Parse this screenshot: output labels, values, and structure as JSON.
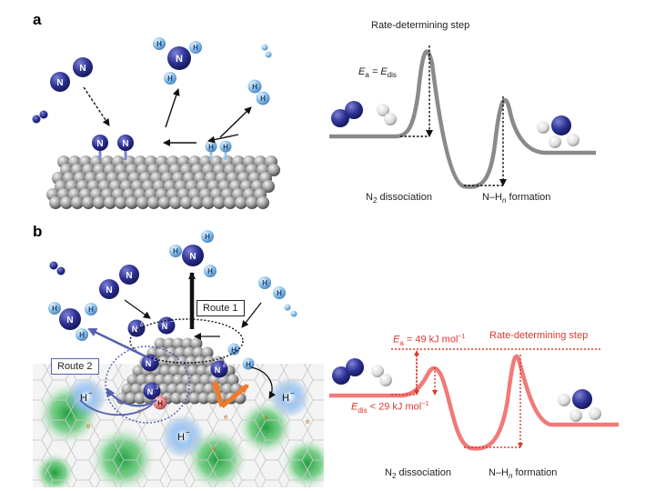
{
  "panels": {
    "a": {
      "letter": "a",
      "energy_profile": {
        "title": "Rate-determining step",
        "ea_relation": {
          "e": "E",
          "a": "a",
          "eq": " = E",
          "dis": "dis"
        },
        "x_labels": [
          {
            "pre": "N",
            "sub": "2",
            "post": " dissociation"
          },
          {
            "pre": "N–H",
            "sub": "n",
            "post": " formation"
          }
        ]
      },
      "atoms": {
        "nitrogen": "N",
        "hydrogen": "H"
      }
    },
    "b": {
      "letter": "b",
      "route1": "Route 1",
      "route2": "Route 2",
      "species": {
        "nitride": "N",
        "hydride": "H",
        "electron": "e",
        "charges": {
          "minus": "−",
          "delta": "δ−",
          "three": "3−"
        }
      },
      "energy_profile": {
        "title": "Rate-determining step",
        "ea": {
          "e": "E",
          "a": "a",
          "value": " = 49 kJ mol",
          "exp": "−1"
        },
        "edis": {
          "e": "E",
          "dis": "dis",
          "value": " < 29 kJ mol",
          "exp": "−1"
        },
        "x_labels": [
          {
            "pre": "N",
            "sub": "2",
            "post": " dissociation"
          },
          {
            "pre": "N–H",
            "sub": "n",
            "post": " formation"
          }
        ]
      }
    }
  },
  "colors": {
    "nitrogen": "#2d3192",
    "hydrogen": "#7fb3e0",
    "curve_a": "#8a8a8a",
    "curve_b": "#f07a78",
    "red_text": "#d9382f",
    "hydride_glow": "#5b9be6",
    "support_green": "#2fb24e",
    "orange_arrow": "#f07a2a",
    "route_blue": "#5560b0"
  }
}
